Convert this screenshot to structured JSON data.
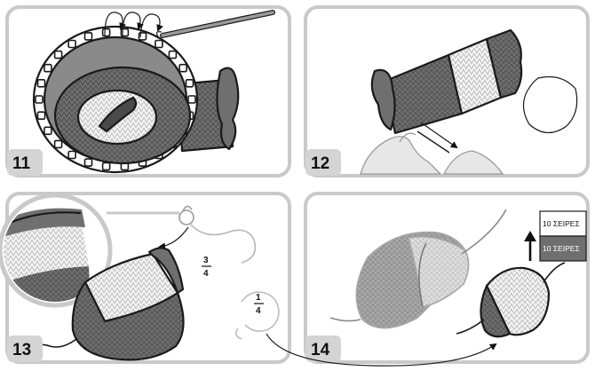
{
  "steps": [
    {
      "number": "11"
    },
    {
      "number": "12"
    },
    {
      "number": "13",
      "fractions": {
        "top_num": "3",
        "top_den": "4",
        "bottom_num": "1",
        "bottom_den": "4"
      }
    },
    {
      "number": "14",
      "legend": {
        "light_label": "10 ΣΕΙΡΕΣ",
        "dark_label": "10 ΣΕΙΡΕΣ"
      }
    }
  ],
  "colors": {
    "dark_yarn": "#6f6f6f",
    "light_yarn": "#f4f4f4",
    "loom_gray": "#8a8a8a",
    "frame_gray": "#c9c9c9"
  },
  "icons": [
    "loom-icon",
    "crochet-hook-icon",
    "yarn-loop-icon",
    "scissors-icon",
    "magnifier-icon",
    "arrow-up-icon"
  ]
}
